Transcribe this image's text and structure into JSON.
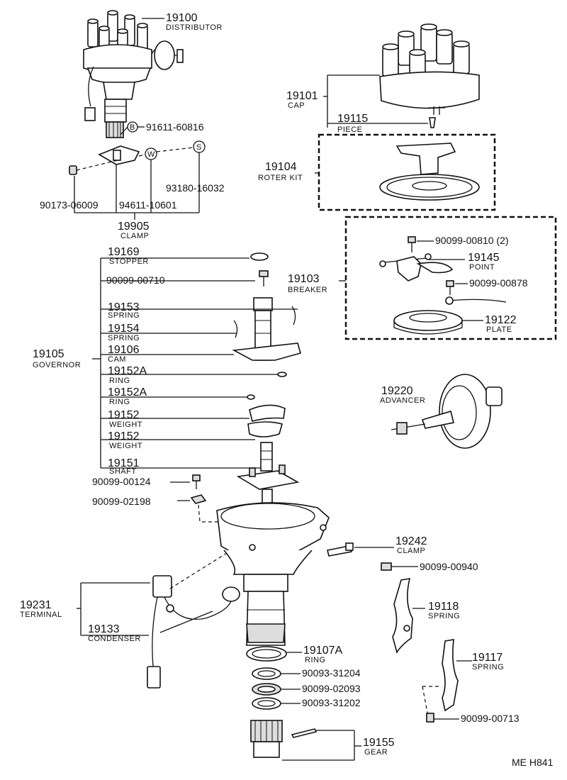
{
  "labels": {
    "distributor": {
      "number": "19100",
      "name": "DISTRIBUTOR"
    },
    "bolt_b": {
      "symbol": "B",
      "number": "91611-60816"
    },
    "symbol_w": "W",
    "symbol_s": "S",
    "clamp_nut": "90173-06009",
    "clamp_washer": "94611-10601",
    "clamp_screw": "93180-16032",
    "clamp": {
      "number": "19905",
      "name": "CLAMP"
    },
    "cap": {
      "number": "19101",
      "name": "CAP"
    },
    "piece": {
      "number": "19115",
      "name": "PIECE"
    },
    "rotor_kit": {
      "number": "19104",
      "name": "ROTER KIT"
    },
    "stopper": {
      "number": "19169",
      "name": "STOPPER"
    },
    "screw_710": "90099-00710",
    "spring_1": {
      "number": "19153",
      "name": "SPRING"
    },
    "spring_2": {
      "number": "19154",
      "name": "SPRING"
    },
    "governor": {
      "number": "19105",
      "name": "GOVERNOR"
    },
    "cam": {
      "number": "19106",
      "name": "CAM"
    },
    "ring_1": {
      "number": "19152A",
      "name": "RING"
    },
    "ring_2": {
      "number": "19152A",
      "name": "RING"
    },
    "weight_1": {
      "number": "19152",
      "name": "WEIGHT"
    },
    "weight_2": {
      "number": "19152",
      "name": "WEIGHT"
    },
    "shaft": {
      "number": "19151",
      "name": "SHAFT"
    },
    "screw_124": "90099-00124",
    "washer_2198": "90099-02198",
    "screw_810": "90099-00810 (2)",
    "point": {
      "number": "19145",
      "name": "POINT"
    },
    "breaker": {
      "number": "19103",
      "name": "BREAKER"
    },
    "screw_878": "90099-00878",
    "plate": {
      "number": "19122",
      "name": "PLATE"
    },
    "advancer": {
      "number": "19220",
      "name": "ADVANCER"
    },
    "clamp_19242": {
      "number": "19242",
      "name": "CLAMP"
    },
    "screw_940": "90099-00940",
    "terminal": {
      "number": "19231",
      "name": "TERMINAL"
    },
    "condenser": {
      "number": "19133",
      "name": "CONDENSER"
    },
    "spring_19118": {
      "number": "19118",
      "name": "SPRING"
    },
    "oring_19107a": {
      "number": "19107A",
      "name": "RING"
    },
    "washer_31204": "90093-31204",
    "washer_02093": "90099-02093",
    "washer_31202": "90093-31202",
    "spring_19117": {
      "number": "19117",
      "name": "SPRING"
    },
    "screw_713": "90099-00713",
    "gear": {
      "number": "19155",
      "name": "GEAR"
    },
    "figure_code": "ME H841"
  }
}
